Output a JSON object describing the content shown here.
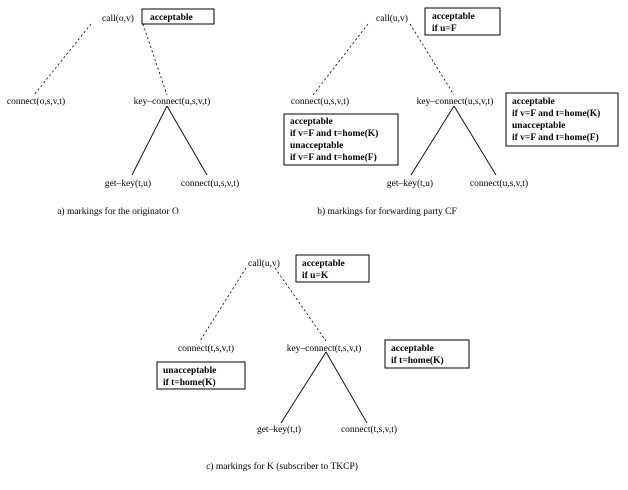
{
  "diagram_a": {
    "root": "call(o,v)",
    "left_leaf": "connect(o,s,v,t)",
    "right_node": "key–connect(u,s,v,t)",
    "leaf_getkey": "get–key(t,u)",
    "leaf_connect": "connect(u,s,v,t)",
    "root_box": [
      "acceptable"
    ],
    "caption": "a) markings for the originator O"
  },
  "diagram_b": {
    "root": "call(u,v)",
    "left_leaf": "connect(u,s,v,t)",
    "right_node": "key–connect(u,s,v,t)",
    "leaf_getkey": "get–key(t,u)",
    "leaf_connect": "connect(u,s,v,t)",
    "root_box": [
      "acceptable",
      "if u=F"
    ],
    "left_box": [
      "acceptable",
      "if v=F and t=home(K)",
      "unacceptable",
      "if v=F and t=home(F)"
    ],
    "right_box": [
      "acceptable",
      "if v=F and t=home(K)",
      "unacceptable",
      "if v=F and t=home(F)"
    ],
    "caption": "b) markings for forwarding party CF"
  },
  "diagram_c": {
    "root": "call(u,v)",
    "left_leaf": "connect(t,s,v,t)",
    "right_node": "key–connect(t,s,v,t)",
    "leaf_getkey": "get–key(t,t)",
    "leaf_connect": "connect(t,s,v,t)",
    "root_box": [
      "acceptable",
      "if u=K"
    ],
    "left_box": [
      "unacceptable",
      "if t=home(K)"
    ],
    "right_box": [
      "acceptable",
      "if t=home(K)"
    ],
    "caption": "c) markings for K (subscriber to TKCP)"
  }
}
